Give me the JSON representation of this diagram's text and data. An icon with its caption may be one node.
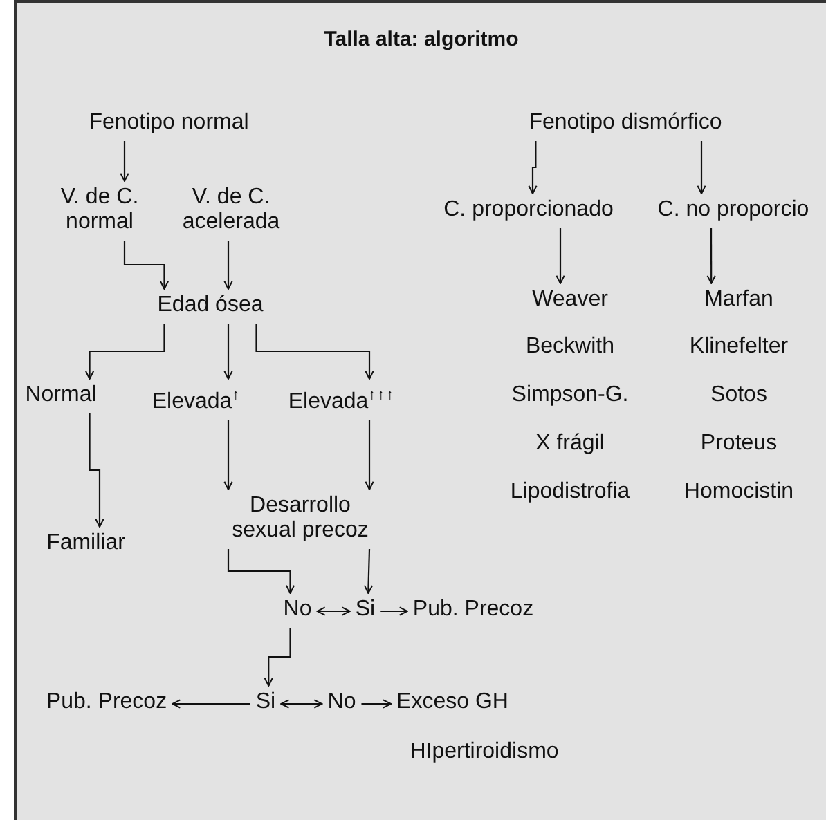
{
  "diagram": {
    "title": "Talla alta: algoritmo",
    "nodes": [
      {
        "text": [
          "Fenotipo normal"
        ]
      },
      {
        "text": [
          "Fenotipo dismórfico"
        ]
      },
      {
        "text": [
          "V. de C. normal"
        ]
      },
      {
        "text": [
          "V. de C. acelerada"
        ]
      },
      {
        "text": [
          "C. proporcionado"
        ]
      },
      {
        "text": [
          "C. no proporcio"
        ]
      },
      {
        "text": [
          "Edad ósea"
        ]
      },
      {
        "text": [
          "Normal"
        ]
      },
      {
        "text": [
          "Elevada$^{↑}$"
        ]
      },
      {
        "text": [
          "Elevada$^{↑↑↑}$"
        ]
      },
      {
        "text": [
          "Weaver"
        ]
      },
      {
        "text": [
          "Marfan"
        ]
      },
      {
        "text": [
          "Beckwith"
        ]
      },
      {
        "text": [
          "Klinefelter"
        ]
      },
      {
        "text": [
          "Simpson-G."
        ]
      },
      {
        "text": [
          "Sotos"
        ]
      },
      {
        "text": [
          "X frágil"
        ]
      },
      {
        "text": [
          "Proteus"
        ]
      },
      {
        "text": [
          "Lipodistrofia"
        ]
      },
      {
        "text": [
          "Homocistin"
        ]
      },
      {
        "text": [
          "Familiar"
        ]
      },
      {
        "text": [
          "Desarrollo sexual precoz"
        ]
      },
      {
        "text": [
          "No"
        ]
      },
      {
        "text": [
          "Si"
        ]
      },
      {
        "text": [
          "Pub. Precoz"
        ]
      },
      {
        "text": [
          "Pub. Precoz"
        ]
      },
      {
        "text": [
          "Si"
        ]
      },
      {
        "text": [
          "No"
        ]
      },
      {
        "text": [
          "Exceso GH"
        ]
      },
      {
        "text": [
          "HIpertiroidismo"
        ]
      }
    ],
    "edges": [
      {
        "from": 0,
        "to": 2,
        "arrow": "to"
      },
      {
        "from": 1,
        "to": 4,
        "arrow": "to"
      },
      {
        "from": 1,
        "to": 5,
        "arrow": "to"
      },
      {
        "from": 2,
        "to": 6,
        "arrow": "to"
      },
      {
        "from": 3,
        "to": 6,
        "arrow": "to"
      },
      {
        "from": 4,
        "to": 10,
        "arrow": "to"
      },
      {
        "from": 5,
        "to": 11,
        "arrow": "to"
      },
      {
        "from": 6,
        "to": 7,
        "arrow": "to"
      },
      {
        "from": 6,
        "to": 8,
        "arrow": "to"
      },
      {
        "from": 6,
        "to": 9,
        "arrow": "to"
      },
      {
        "from": 7,
        "to": 20,
        "arrow": "to"
      },
      {
        "from": 8,
        "to": 21,
        "arrow": "to"
      },
      {
        "from": 9,
        "to": 21,
        "arrow": "to"
      },
      {
        "from": 21,
        "to": 22,
        "arrow": "to"
      },
      {
        "from": 21,
        "to": 23,
        "arrow": "to"
      },
      {
        "from": 22,
        "to": 23,
        "arrow": "both"
      },
      {
        "from": 23,
        "to": 24,
        "arrow": "to"
      },
      {
        "from": 22,
        "to": 26,
        "arrow": "to"
      },
      {
        "from": 26,
        "to": 25,
        "arrow": "to"
      },
      {
        "from": 26,
        "to": 27,
        "arrow": "both"
      },
      {
        "from": 27,
        "to": 28,
        "arrow": "to"
      }
    ]
  }
}
